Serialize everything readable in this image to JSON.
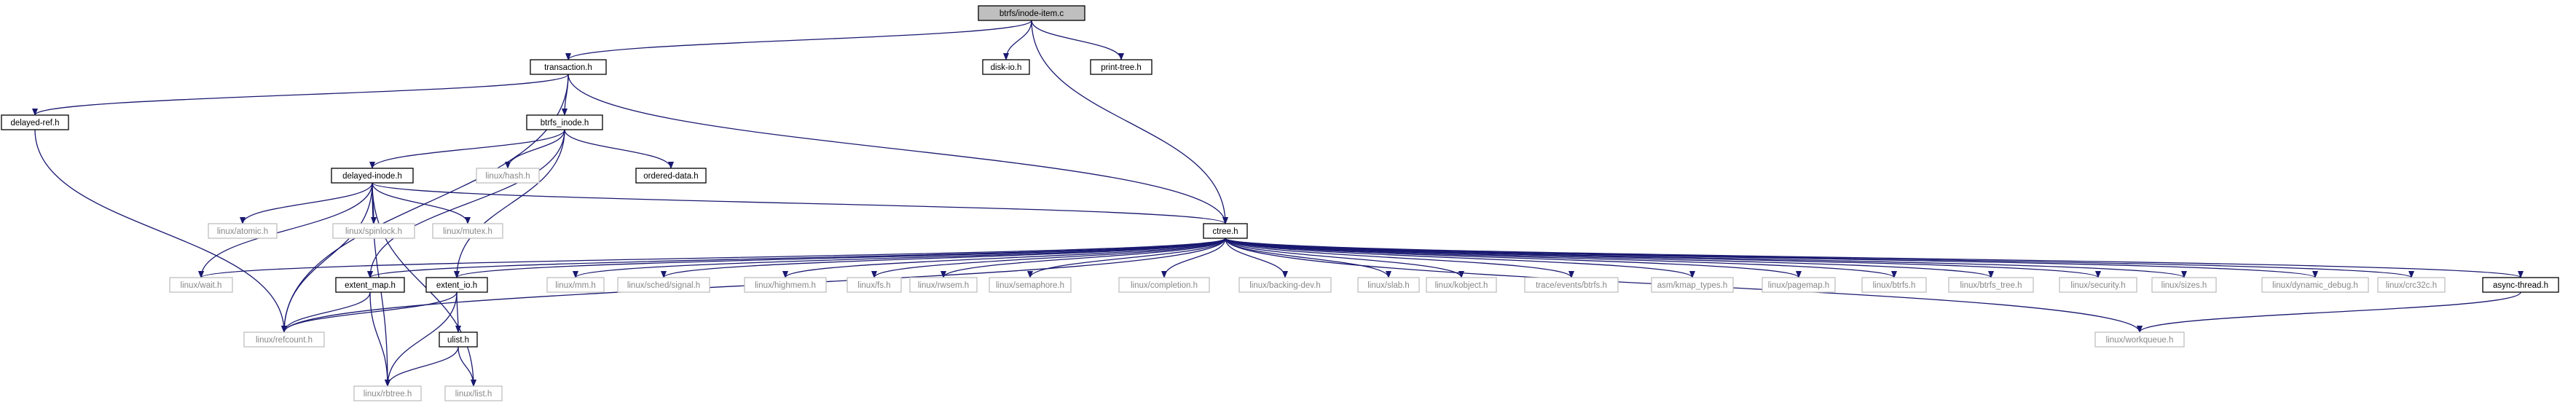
{
  "colors": {
    "edge": "#191970",
    "arrow": "#191970",
    "root_fill": "#bfbfbf",
    "root_border": "#000000",
    "doc_fill": "#ffffff",
    "doc_border": "#000000",
    "nodoc_fill": "#ffffff",
    "nodoc_border": "#bfbfbf",
    "doc_text": "#000000",
    "nodoc_text": "#888888"
  },
  "graph": {
    "nodes": [
      {
        "id": "n0",
        "label": "btrfs/inode-item.c",
        "kind": "root"
      },
      {
        "id": "n1",
        "label": "transaction.h",
        "kind": "doc"
      },
      {
        "id": "n2",
        "label": "disk-io.h",
        "kind": "doc"
      },
      {
        "id": "n3",
        "label": "print-tree.h",
        "kind": "doc"
      },
      {
        "id": "n4",
        "label": "delayed-ref.h",
        "kind": "doc"
      },
      {
        "id": "n5",
        "label": "btrfs_inode.h",
        "kind": "doc"
      },
      {
        "id": "n6",
        "label": "linux/hash.h",
        "kind": "nodoc"
      },
      {
        "id": "n7",
        "label": "ordered-data.h",
        "kind": "doc"
      },
      {
        "id": "n8",
        "label": "delayed-inode.h",
        "kind": "doc"
      },
      {
        "id": "n9",
        "label": "linux/atomic.h",
        "kind": "nodoc"
      },
      {
        "id": "n10",
        "label": "linux/spinlock.h",
        "kind": "nodoc"
      },
      {
        "id": "n11",
        "label": "linux/mutex.h",
        "kind": "nodoc"
      },
      {
        "id": "n12",
        "label": "ctree.h",
        "kind": "doc"
      },
      {
        "id": "n13",
        "label": "linux/wait.h",
        "kind": "nodoc"
      },
      {
        "id": "n14",
        "label": "extent_map.h",
        "kind": "doc"
      },
      {
        "id": "n15",
        "label": "extent_io.h",
        "kind": "doc"
      },
      {
        "id": "n16",
        "label": "linux/mm.h",
        "kind": "nodoc"
      },
      {
        "id": "n17",
        "label": "linux/sched/signal.h",
        "kind": "nodoc"
      },
      {
        "id": "n18",
        "label": "linux/highmem.h",
        "kind": "nodoc"
      },
      {
        "id": "n19",
        "label": "linux/fs.h",
        "kind": "nodoc"
      },
      {
        "id": "n20",
        "label": "linux/rwsem.h",
        "kind": "nodoc"
      },
      {
        "id": "n21",
        "label": "linux/semaphore.h",
        "kind": "nodoc"
      },
      {
        "id": "n22",
        "label": "linux/completion.h",
        "kind": "nodoc"
      },
      {
        "id": "n23",
        "label": "linux/backing-dev.h",
        "kind": "nodoc"
      },
      {
        "id": "n24",
        "label": "linux/slab.h",
        "kind": "nodoc"
      },
      {
        "id": "n25",
        "label": "linux/kobject.h",
        "kind": "nodoc"
      },
      {
        "id": "n26",
        "label": "trace/events/btrfs.h",
        "kind": "nodoc"
      },
      {
        "id": "n27",
        "label": "asm/kmap_types.h",
        "kind": "nodoc"
      },
      {
        "id": "n28",
        "label": "linux/pagemap.h",
        "kind": "nodoc"
      },
      {
        "id": "n29",
        "label": "linux/btrfs.h",
        "kind": "nodoc"
      },
      {
        "id": "n30",
        "label": "linux/btrfs_tree.h",
        "kind": "nodoc"
      },
      {
        "id": "n31",
        "label": "linux/security.h",
        "kind": "nodoc"
      },
      {
        "id": "n32",
        "label": "linux/sizes.h",
        "kind": "nodoc"
      },
      {
        "id": "n33",
        "label": "linux/dynamic_debug.h",
        "kind": "nodoc"
      },
      {
        "id": "n34",
        "label": "linux/crc32c.h",
        "kind": "nodoc"
      },
      {
        "id": "n35",
        "label": "async-thread.h",
        "kind": "doc"
      },
      {
        "id": "n36",
        "label": "linux/refcount.h",
        "kind": "nodoc"
      },
      {
        "id": "n37",
        "label": "ulist.h",
        "kind": "doc"
      },
      {
        "id": "n38",
        "label": "linux/workqueue.h",
        "kind": "nodoc"
      },
      {
        "id": "n39",
        "label": "linux/rbtree.h",
        "kind": "nodoc"
      },
      {
        "id": "n40",
        "label": "linux/list.h",
        "kind": "nodoc"
      }
    ],
    "edges": [
      {
        "from": "n0",
        "to": "n1"
      },
      {
        "from": "n0",
        "to": "n2"
      },
      {
        "from": "n0",
        "to": "n3"
      },
      {
        "from": "n0",
        "to": "n12"
      },
      {
        "from": "n1",
        "to": "n4"
      },
      {
        "from": "n1",
        "to": "n5"
      },
      {
        "from": "n1",
        "to": "n12"
      },
      {
        "from": "n1",
        "to": "n36"
      },
      {
        "from": "n4",
        "to": "n36"
      },
      {
        "from": "n5",
        "to": "n6"
      },
      {
        "from": "n5",
        "to": "n7"
      },
      {
        "from": "n5",
        "to": "n8"
      },
      {
        "from": "n5",
        "to": "n14"
      },
      {
        "from": "n5",
        "to": "n15"
      },
      {
        "from": "n8",
        "to": "n9"
      },
      {
        "from": "n8",
        "to": "n10"
      },
      {
        "from": "n8",
        "to": "n11"
      },
      {
        "from": "n8",
        "to": "n12"
      },
      {
        "from": "n8",
        "to": "n13"
      },
      {
        "from": "n8",
        "to": "n36"
      },
      {
        "from": "n8",
        "to": "n39"
      },
      {
        "from": "n8",
        "to": "n40"
      },
      {
        "from": "n12",
        "to": "n13"
      },
      {
        "from": "n12",
        "to": "n14"
      },
      {
        "from": "n12",
        "to": "n15"
      },
      {
        "from": "n12",
        "to": "n16"
      },
      {
        "from": "n12",
        "to": "n17"
      },
      {
        "from": "n12",
        "to": "n18"
      },
      {
        "from": "n12",
        "to": "n19"
      },
      {
        "from": "n12",
        "to": "n20"
      },
      {
        "from": "n12",
        "to": "n21"
      },
      {
        "from": "n12",
        "to": "n22"
      },
      {
        "from": "n12",
        "to": "n23"
      },
      {
        "from": "n12",
        "to": "n24"
      },
      {
        "from": "n12",
        "to": "n25"
      },
      {
        "from": "n12",
        "to": "n26"
      },
      {
        "from": "n12",
        "to": "n27"
      },
      {
        "from": "n12",
        "to": "n28"
      },
      {
        "from": "n12",
        "to": "n29"
      },
      {
        "from": "n12",
        "to": "n30"
      },
      {
        "from": "n12",
        "to": "n31"
      },
      {
        "from": "n12",
        "to": "n32"
      },
      {
        "from": "n12",
        "to": "n33"
      },
      {
        "from": "n12",
        "to": "n34"
      },
      {
        "from": "n12",
        "to": "n35"
      },
      {
        "from": "n12",
        "to": "n36"
      },
      {
        "from": "n12",
        "to": "n38"
      },
      {
        "from": "n14",
        "to": "n36"
      },
      {
        "from": "n14",
        "to": "n39"
      },
      {
        "from": "n15",
        "to": "n36"
      },
      {
        "from": "n15",
        "to": "n37"
      },
      {
        "from": "n15",
        "to": "n39"
      },
      {
        "from": "n37",
        "to": "n39"
      },
      {
        "from": "n37",
        "to": "n40"
      },
      {
        "from": "n35",
        "to": "n38"
      }
    ]
  }
}
